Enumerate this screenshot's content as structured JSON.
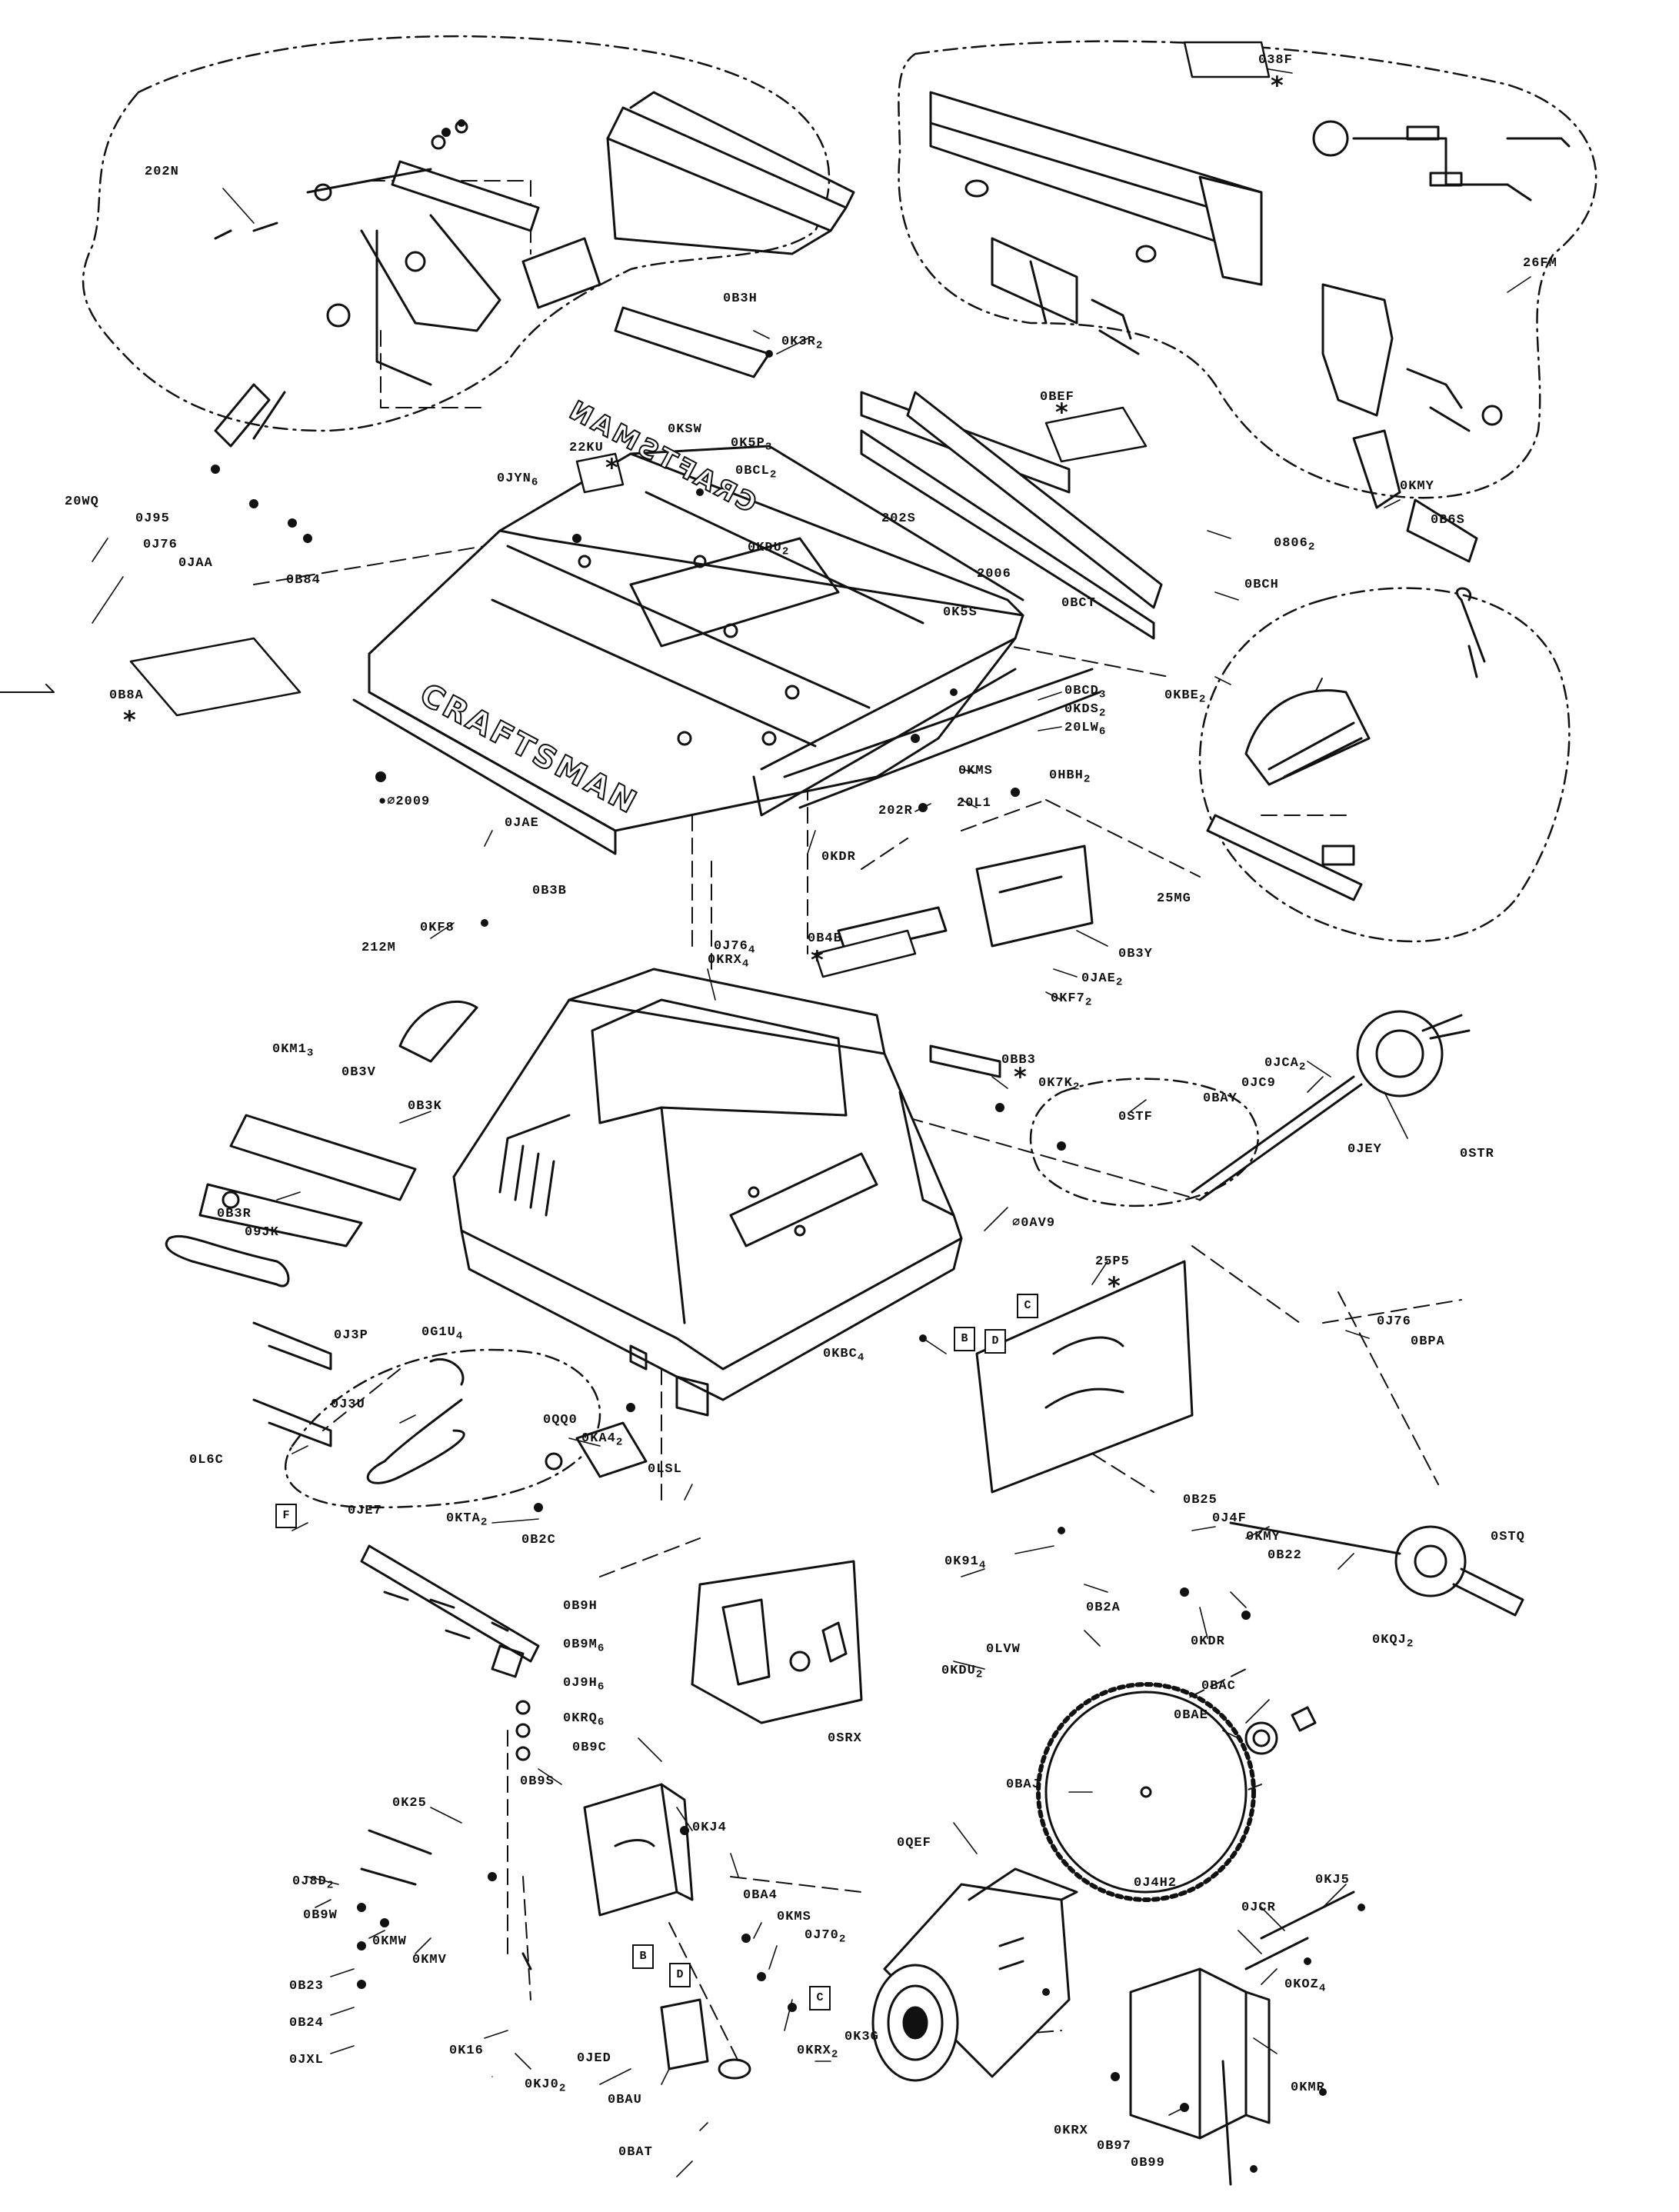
{
  "brand_logo": "CRAFTSMAN",
  "part_labels": {
    "p202N": "202N",
    "p038F": "038F",
    "p26FM": "26FM",
    "p0B3H": "0B3H",
    "p0K3R2": "0K3R",
    "p0BEF": "0BEF",
    "p22KU": "22KU",
    "p0KSW": "0KSW",
    "p0K5P3": "0K5P",
    "p0BCL2": "0BCL",
    "p0JYN6": "0JYN",
    "p20WQ": "20WQ",
    "p0J95": "0J95",
    "p0J76a": "0J76",
    "p0JAA": "0JAA",
    "p0B84": "0B84",
    "p202S": "202S",
    "p0KDU2a": "0KDU",
    "p2006": "2006",
    "p0KMY": "0KMY",
    "p0B6S": "0B6S",
    "p0806": "0806",
    "p0BCH": "0BCH",
    "p0B8A": "0B8A",
    "p0K5S": "0K5S",
    "p0BCT": "0BCT",
    "p0KBE2": "0KBE",
    "p0BCD3": "0BCD",
    "p0KDS2": "0KDS",
    "p20LW6": "20LW",
    "p0KMS": "0KMS",
    "p0HBH2": "0HBH",
    "p202R": "202R",
    "p20L1": "20L1",
    "p2009": "●∅2009",
    "p0JAE": "0JAE",
    "p0B3B": "0B3B",
    "p0KDR": "0KDR",
    "p25MG": "25MG",
    "p212M": "212M",
    "p0KF8": "0KF8",
    "p0J76_4": "0J76",
    "p0B4B": "0B4B",
    "p0KRX4": "0KRX",
    "p0B3Y": "0B3Y",
    "p0JAE2": "0JAE",
    "p0KF72": "0KF7",
    "p0KM13": "0KM1",
    "p0B3V": "0B3V",
    "p0BB3": "0BB3",
    "p0K7K2": "0K7K",
    "p0STF": "0STF",
    "p0JCA2": "0JCA",
    "p0JC9": "0JC9",
    "p0BAY": "0BAY",
    "p0B3K": "0B3K",
    "p0JEY": "0JEY",
    "p0STR": "0STR",
    "p0B3R": "0B3R",
    "p09JK": "09JK",
    "p0AV9": "∅0AV9",
    "p25P5": "25P5",
    "p0J3P": "0J3P",
    "p0GIU4": "0G1U",
    "p0KBC4": "0KBC",
    "p0J76b": "0J76",
    "p0BPA": "0BPA",
    "p0J3U": "0J3U",
    "p0QQ0": "0QQ0",
    "p0KA42": "0KA4",
    "p0LSL": "0LSL",
    "p0L6C": "0L6C",
    "p0JE7": "0JE7",
    "p0KTA2": "0KTA",
    "p0B2C": "0B2C",
    "p0B25": "0B25",
    "p0J4F": "0J4F",
    "p0KMYb": "0KMY",
    "p0B22": "0B22",
    "p0STQ": "0STQ",
    "p0K914": "0K91",
    "p0B2A": "0B2A",
    "p0LVW": "0LVW",
    "p0KDRb": "0KDR",
    "p0KQJ2": "0KQJ",
    "p0B9H": "0B9H",
    "p0B9M6": "0B9M",
    "p0J9H6": "0J9H",
    "p0KRQ6": "0KRQ",
    "p0KDU2b": "0KDU",
    "p0SRX": "0SRX",
    "p0B9C": "0B9C",
    "p0BAC": "0BAC",
    "p0BAE": "0BAE",
    "p0K25": "0K25",
    "p0B9S": "0B9S",
    "p0KJ4": "0KJ4",
    "p0BAJ": "0BAJ",
    "p0QEF": "0QEF",
    "p0JBD2": "0J8D",
    "p0B9W": "0B9W",
    "p0BA4": "0BA4",
    "p0KMSb": "0KMS",
    "p0J702": "0J70",
    "p0KMW": "0KMW",
    "p0KMV": "0KMV",
    "p0B23": "0B23",
    "p0B24": "0B24",
    "p0JXL": "0JXL",
    "p0J4H2": "0J4H2",
    "p0KJ5": "0KJ5",
    "p0JCR": "0JCR",
    "p0KOZ4": "0KOZ",
    "p0K16": "0K16",
    "p0JED": "0JED",
    "p0KRX2": "0KRX",
    "p0K3G": "0K3G",
    "p0KJ02": "0KJ0",
    "p0BAU": "0BAU",
    "p0BAT": "0BAT",
    "p0KMR": "0KMR",
    "p0KRXb": "0KRX",
    "p0B97": "0B97",
    "p0B99": "0B99"
  },
  "subscripts": {
    "s0K3R2": "2",
    "s0K5P3": "3",
    "s0BCL2": "2",
    "s0JYN6": "6",
    "s0KDU2a": "2",
    "s0806": "2",
    "s0KBE2": "2",
    "s0BCD3": "3",
    "s0KDS2": "2",
    "s20LW6": "6",
    "s0HBH2": "2",
    "s0J76_4": "4",
    "s0KRX4": "4",
    "s0JAE2": "2",
    "s0KF72": "2",
    "s0KM13": "3",
    "s0K7K2": "2",
    "s0JCA2": "2",
    "s0GIU4": "4",
    "s0KBC4": "4",
    "s0KA42": "2",
    "s0KTA2": "2",
    "s0K914": "4",
    "s0KQJ2": "2",
    "s0B9M6": "6",
    "s0J9H6": "6",
    "s0KRQ6": "6",
    "s0KDU2b": "2",
    "s0JBD2": "2",
    "s0J702": "2",
    "s0KOZ4": "4",
    "s0KRX2": "2",
    "s0KJ02": "2"
  },
  "markers": {
    "star": "*",
    "box_C": "C",
    "box_B": "B",
    "box_D": "D",
    "box_F": "F"
  }
}
